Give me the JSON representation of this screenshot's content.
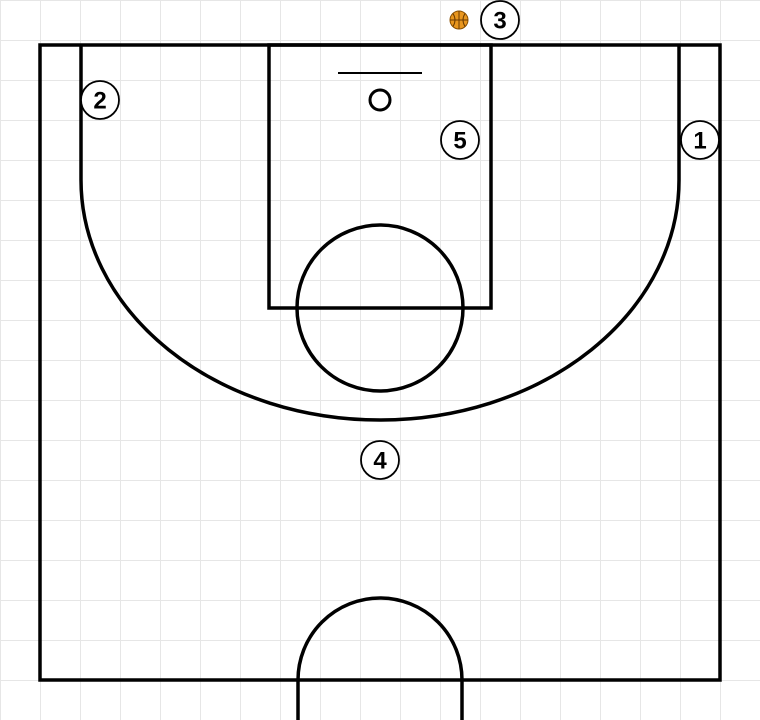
{
  "diagram": {
    "players": [
      {
        "id": "1",
        "label": "1"
      },
      {
        "id": "2",
        "label": "2"
      },
      {
        "id": "3",
        "label": "3"
      },
      {
        "id": "4",
        "label": "4"
      },
      {
        "id": "5",
        "label": "5"
      }
    ],
    "ball": {
      "icon": "basketball-icon",
      "color": "#e8961e",
      "held_by": "3"
    },
    "colors": {
      "lines": "#000000",
      "grid": "#e6e6e6",
      "background": "#ffffff"
    }
  }
}
